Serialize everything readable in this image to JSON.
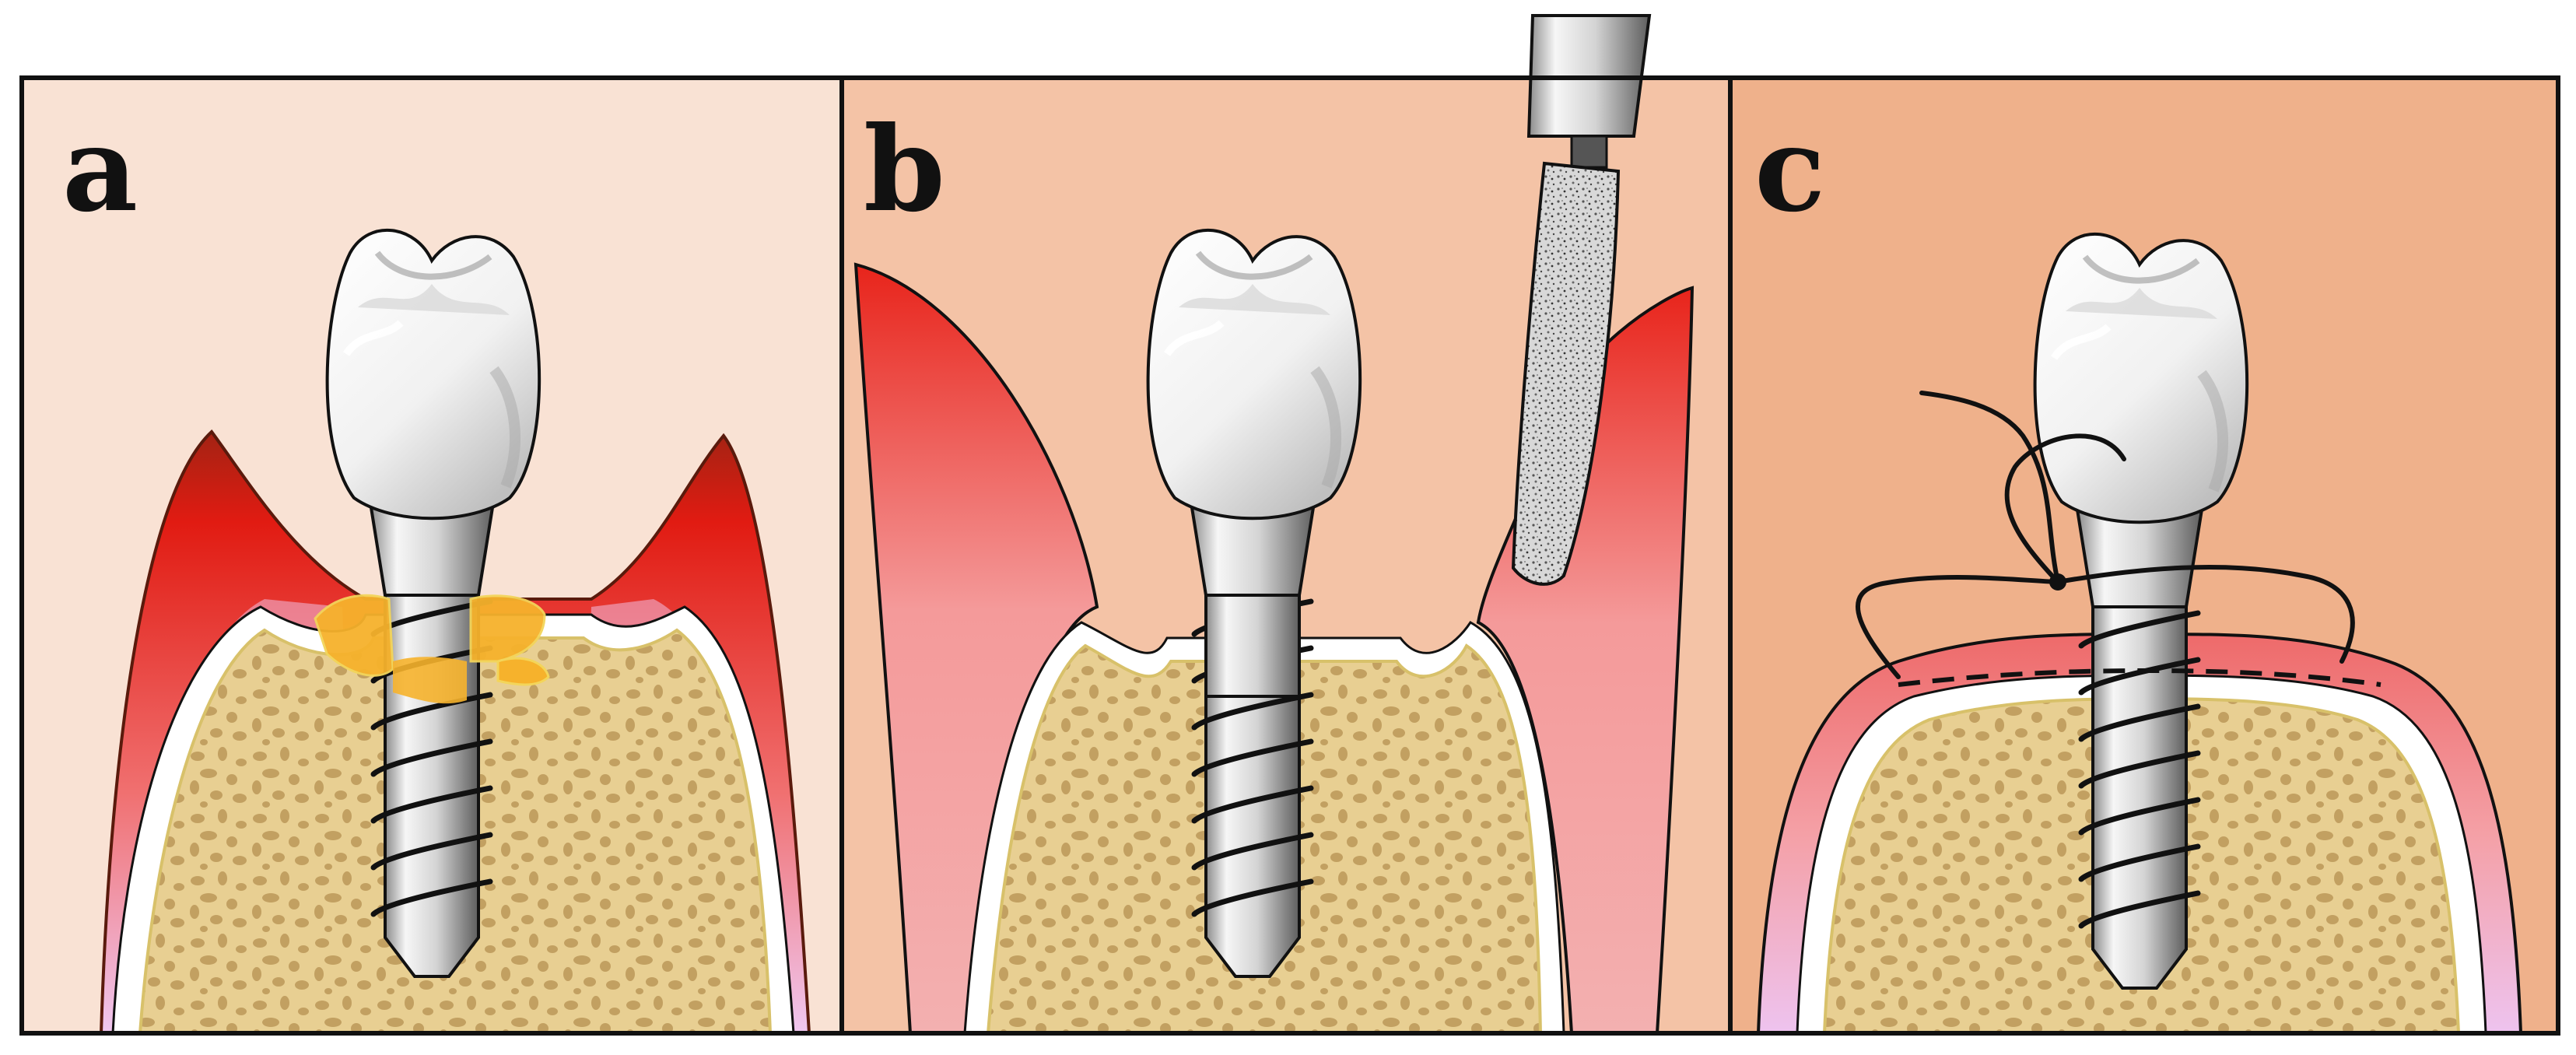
{
  "panels": [
    {
      "label": "a",
      "background": "#f9e2d4"
    },
    {
      "label": "b",
      "background": "#f4c3a6"
    },
    {
      "label": "c",
      "background": "#efb18b"
    }
  ],
  "colors": {
    "outline": "#111111",
    "gum_red": "#e8241b",
    "gum_dark": "#8b2012",
    "gum_pink": "#f49a9a",
    "gum_lilac": "#eec3ef",
    "bone": "#e8cf92",
    "bone_spots": "#c2a061",
    "metal_light": "#f4f4f4",
    "metal_dark": "#6f6f6f",
    "inflammation": "#f6b22c"
  },
  "icons": {
    "tooth": "crown-icon",
    "implant": "implant-screw-icon",
    "bur": "surgical-bur-icon",
    "suture": "suture-icon"
  }
}
